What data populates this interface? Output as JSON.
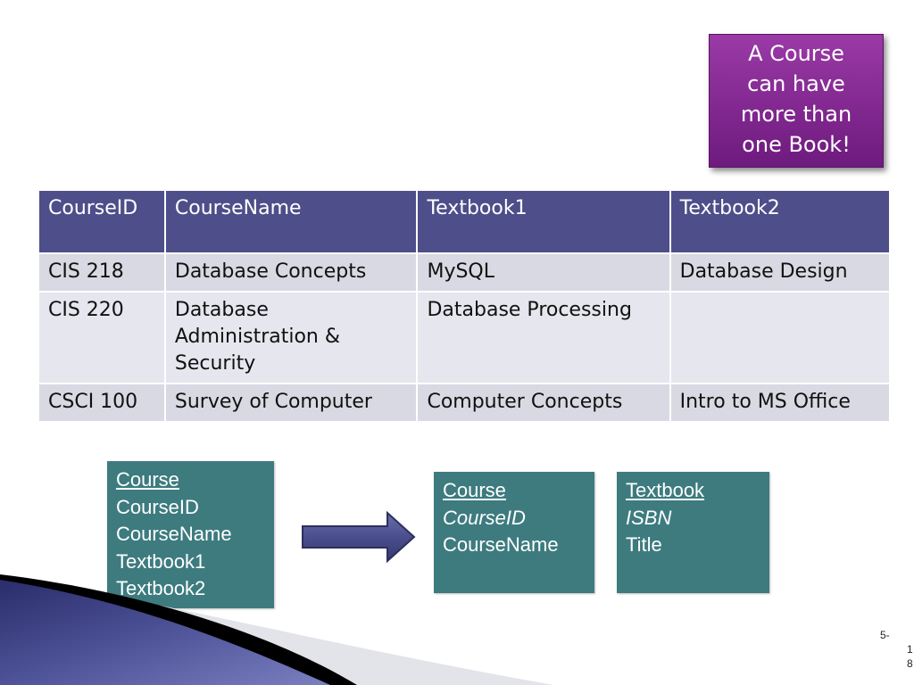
{
  "callout": {
    "lines": [
      "A Course",
      "can have",
      "more than",
      "one Book!"
    ]
  },
  "table": {
    "headers": [
      "CourseID",
      "CourseName",
      "Textbook1",
      "Textbook2"
    ],
    "rows": [
      [
        "CIS 218",
        "Database Concepts",
        "MySQL",
        "Database Design"
      ],
      [
        "CIS 220",
        "Database Administration & Security",
        "Database Processing",
        ""
      ],
      [
        "CSCI 100",
        "Survey of Computer",
        "Computer Concepts",
        "Intro to MS Office"
      ]
    ]
  },
  "entities": {
    "original": {
      "name": "Course",
      "attrs": [
        "CourseID",
        "CourseName",
        "Textbook1",
        "Textbook2"
      ]
    },
    "course": {
      "name": "Course",
      "key": "CourseID",
      "attrs": [
        "CourseName"
      ]
    },
    "textbook": {
      "name": "Textbook",
      "key": "ISBN",
      "attrs": [
        "Title"
      ]
    }
  },
  "colors": {
    "callout": "#7d2489",
    "table_header": "#4e4e8a",
    "entity_box": "#3d7b7f",
    "arrow": "#4a4e8c"
  },
  "slide_number": {
    "line1": "5-",
    "line2": "1",
    "line3": "8"
  }
}
